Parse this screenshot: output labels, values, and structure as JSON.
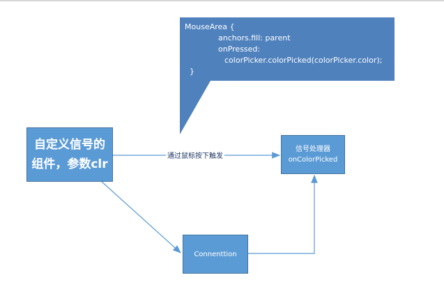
{
  "callout": {
    "lines": [
      "MouseArea {",
      "anchors.fill: parent",
      "onPressed:",
      "colorPicker.colorPicked(colorPicker.color);",
      "}"
    ]
  },
  "nodes": {
    "signal_component": {
      "line1": "自定义信号的",
      "line2": "组件，参数clr"
    },
    "handler": {
      "line1": "信号处理器",
      "line2": "onColorPicked"
    },
    "connection": {
      "label": "Connenttion"
    }
  },
  "edges": {
    "trigger_label": "通过鼠标按下触发"
  },
  "colors": {
    "box_fill": "#5b9bd5",
    "box_border": "#41719c",
    "callout_fill": "#4f81bd",
    "arrow": "#5b9bd5"
  }
}
